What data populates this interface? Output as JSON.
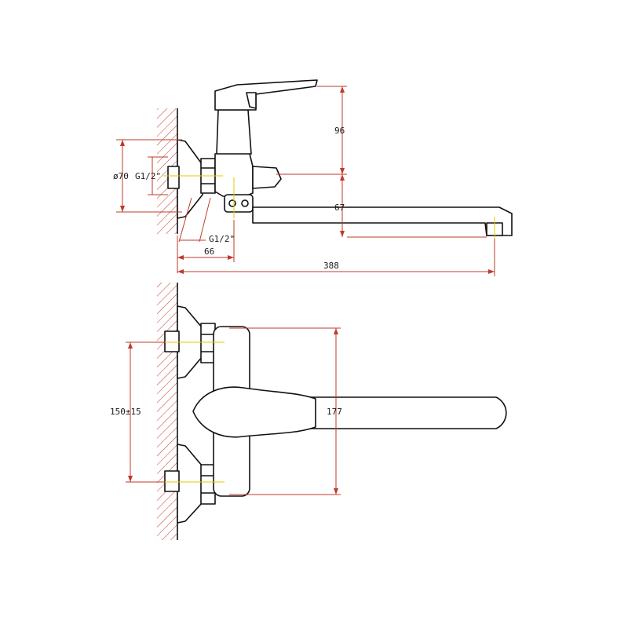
{
  "side_view": {
    "dim_height_lever": "96",
    "dim_height_spout": "67",
    "dim_flange": "ø70",
    "dim_thread_upper": "G1/2\"",
    "dim_thread_lower": "G1/2\"",
    "dim_depth": "66",
    "dim_total_length": "388"
  },
  "top_view": {
    "dim_inlet_spacing": "150±15",
    "dim_body_height": "177"
  },
  "colors": {
    "dimension_lines": "#c0392b",
    "axis_lines": "#e0c800",
    "outline": "#111111"
  }
}
